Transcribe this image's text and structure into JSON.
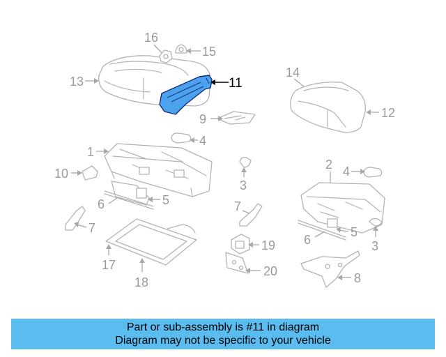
{
  "diagram": {
    "callouts": {
      "c1": "1",
      "c2": "2",
      "c3a": "3",
      "c3b": "3",
      "c4a": "4",
      "c4b": "4",
      "c5a": "5",
      "c5b": "5",
      "c6a": "6",
      "c6b": "6",
      "c7a": "7",
      "c7b": "7",
      "c8": "8",
      "c9": "9",
      "c10": "10",
      "c11": "11",
      "c12": "12",
      "c13": "13",
      "c14": "14",
      "c15": "15",
      "c16": "16",
      "c17": "17",
      "c18": "18",
      "c19": "19",
      "c20": "20"
    },
    "highlighted_part": "11",
    "colors": {
      "highlight_fill": "#4aa3ec",
      "part_stroke": "#b3b3b3",
      "callout_text": "#9a9a9a",
      "banner_bg": "#5bbcf0"
    }
  },
  "banner": {
    "line1": "Part or sub-assembly is #11 in diagram",
    "line2": "Diagram may not be specific to your vehicle"
  }
}
